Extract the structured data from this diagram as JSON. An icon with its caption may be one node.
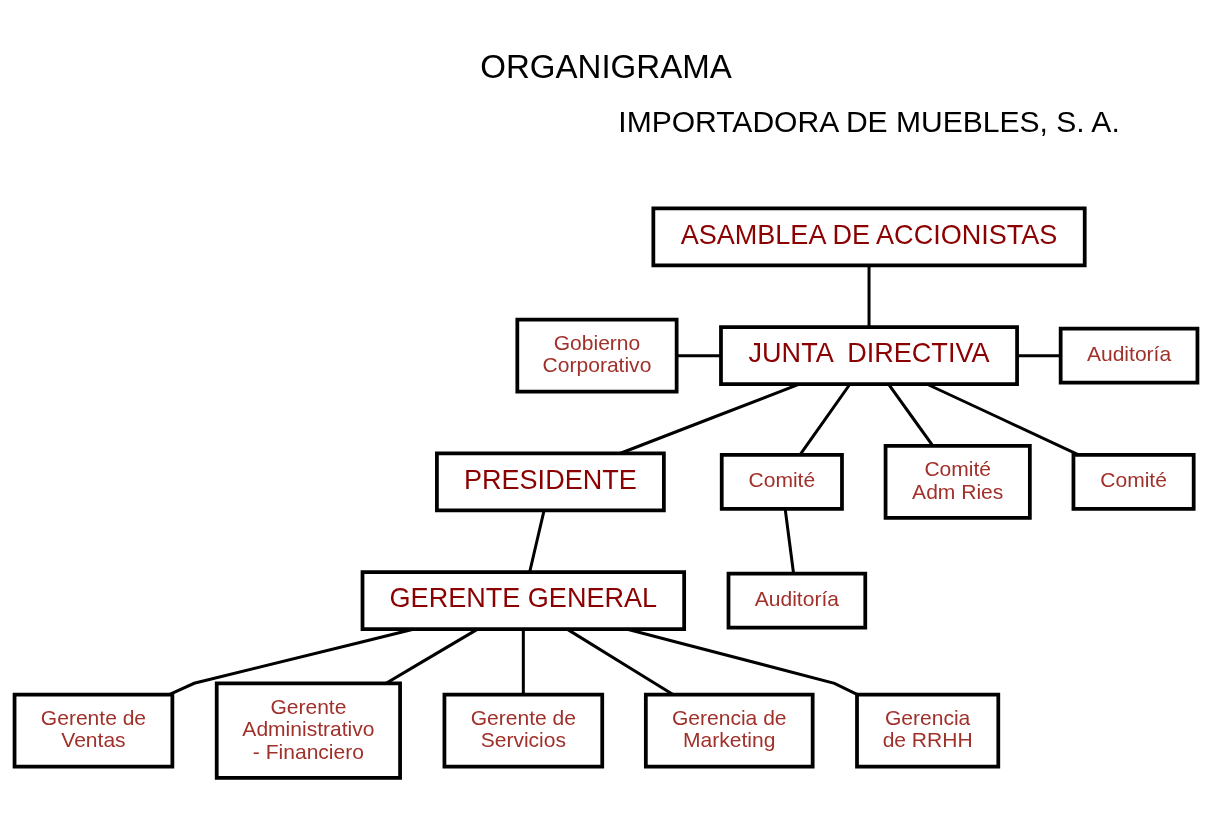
{
  "diagram": {
    "title": "ORGANIGRAMA",
    "nodes": [
      {
        "text": [
          "ASAMBLEA DE ACCIONISTAS"
        ]
      },
      {
        "text": [
          "Gobierno Corporativo"
        ]
      },
      {
        "text": [
          "JUNTA  DIRECTIVA"
        ]
      },
      {
        "text": [
          "Auditoría"
        ]
      },
      {
        "text": [
          "PRESIDENTE"
        ]
      },
      {
        "text": [
          "Comité"
        ]
      },
      {
        "text": [
          "Comité Adm Ries"
        ]
      },
      {
        "text": [
          "Comité"
        ]
      },
      {
        "text": [
          "Auditoría"
        ]
      },
      {
        "text": [
          "GERENTE GENERAL"
        ]
      },
      {
        "text": [
          "Gerente de Ventas"
        ]
      },
      {
        "text": [
          "Gerente Administrativo - Financiero"
        ]
      },
      {
        "text": [
          "Gerente de Servicios"
        ]
      },
      {
        "text": [
          "Gerencia de Marketing"
        ]
      },
      {
        "text": [
          "Gerencia de RRHH"
        ]
      }
    ],
    "edges": [
      {
        "from": 0,
        "to": 2,
        "arrow": "none"
      },
      {
        "from": 1,
        "to": 2,
        "arrow": "none"
      },
      {
        "from": 2,
        "to": 3,
        "arrow": "none"
      },
      {
        "from": 2,
        "to": 4,
        "arrow": "none"
      },
      {
        "from": 2,
        "to": 5,
        "arrow": "none"
      },
      {
        "from": 2,
        "to": 6,
        "arrow": "none"
      },
      {
        "from": 2,
        "to": 7,
        "arrow": "none"
      },
      {
        "from": 5,
        "to": 8,
        "arrow": "none"
      },
      {
        "from": 4,
        "to": 9,
        "arrow": "none"
      },
      {
        "from": 9,
        "to": 10,
        "arrow": "none"
      },
      {
        "from": 9,
        "to": 11,
        "arrow": "none"
      },
      {
        "from": 9,
        "to": 12,
        "arrow": "none"
      },
      {
        "from": 9,
        "to": 13,
        "arrow": "none"
      },
      {
        "from": 9,
        "to": 14,
        "arrow": "none"
      }
    ],
    "labels": [
      "IMPORTADORA DE MUEBLES, S. A."
    ]
  }
}
